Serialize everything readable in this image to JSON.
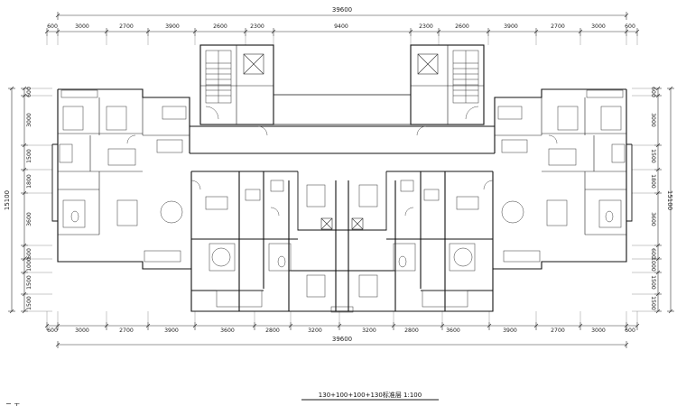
{
  "drawing": {
    "caption": "130+100+100+130标准层 1:100",
    "corner_text": "二 工 ",
    "total_top": "39600",
    "total_bottom": "39600",
    "total_left": "15100",
    "total_right": "15100",
    "top_dims": [
      "600",
      "3000",
      "2700",
      "3900",
      "2600",
      "2300",
      "9400",
      "2300",
      "2600",
      "3900",
      "2700",
      "3000",
      "600"
    ],
    "bottom_dims": [
      "600",
      "3000",
      "2700",
      "3900",
      "3600",
      "2800",
      "3200",
      "3200",
      "2800",
      "3600",
      "3900",
      "2700",
      "3000",
      "600"
    ],
    "left_dims": [
      "600",
      "3000",
      "1500",
      "1800",
      "3600",
      "600",
      "1000",
      "1500",
      "1500"
    ],
    "right_dims": [
      "600",
      "3000",
      "1500",
      "1800",
      "3600",
      "600",
      "1000",
      "1500",
      "1500"
    ]
  }
}
